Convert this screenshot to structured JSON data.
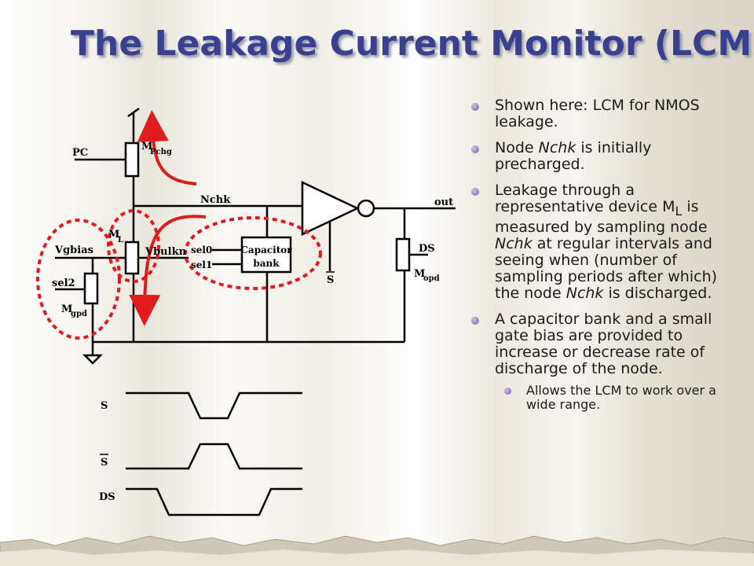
{
  "title": "The Leakage Current Monitor (LCM)",
  "circuit": {
    "pc": "PC",
    "m_pchg_main": "M",
    "m_pchg_sub": "Pchg",
    "nchk": "Nchk",
    "ml_main": "M",
    "ml_sub": "L",
    "vgbias": "Vgbias",
    "vbulkn": "Vbulkn",
    "sel2": "sel2",
    "mgpd_main": "M",
    "mgpd_sub": "gpd",
    "sel0": "sel0",
    "sel1": "sel1",
    "cap_line1": "Capacitor",
    "cap_line2": "bank",
    "s_bar": "S",
    "out": "out",
    "ds": "DS",
    "mopd_main": "M",
    "mopd_sub": "opd"
  },
  "waveforms": {
    "s": "S",
    "s_bar": "S",
    "ds": "DS"
  },
  "bullets": [
    {
      "parts": [
        "Shown here: LCM for NMOS leakage."
      ]
    },
    {
      "pre": "Node ",
      "em": "Nchk",
      "post": " is initially precharged."
    },
    {
      "pre": "Leakage through a representative device M",
      "sub": "L",
      "mid": " is measured by sampling node ",
      "em": "Nchk",
      "mid2": " at regular intervals and seeing when (number of sampling periods after which) the node ",
      "em2": "Nchk",
      "post": " is discharged."
    },
    {
      "parts": [
        "A capacitor bank and a small gate bias are provided to increase or decrease rate of discharge of the node."
      ]
    }
  ],
  "sub_bullet": "Allows the LCM to work over a wide range.",
  "colors": {
    "title": "#3b3f8f",
    "arrow": "#e01b1b",
    "bullet": "#6a62a8"
  }
}
